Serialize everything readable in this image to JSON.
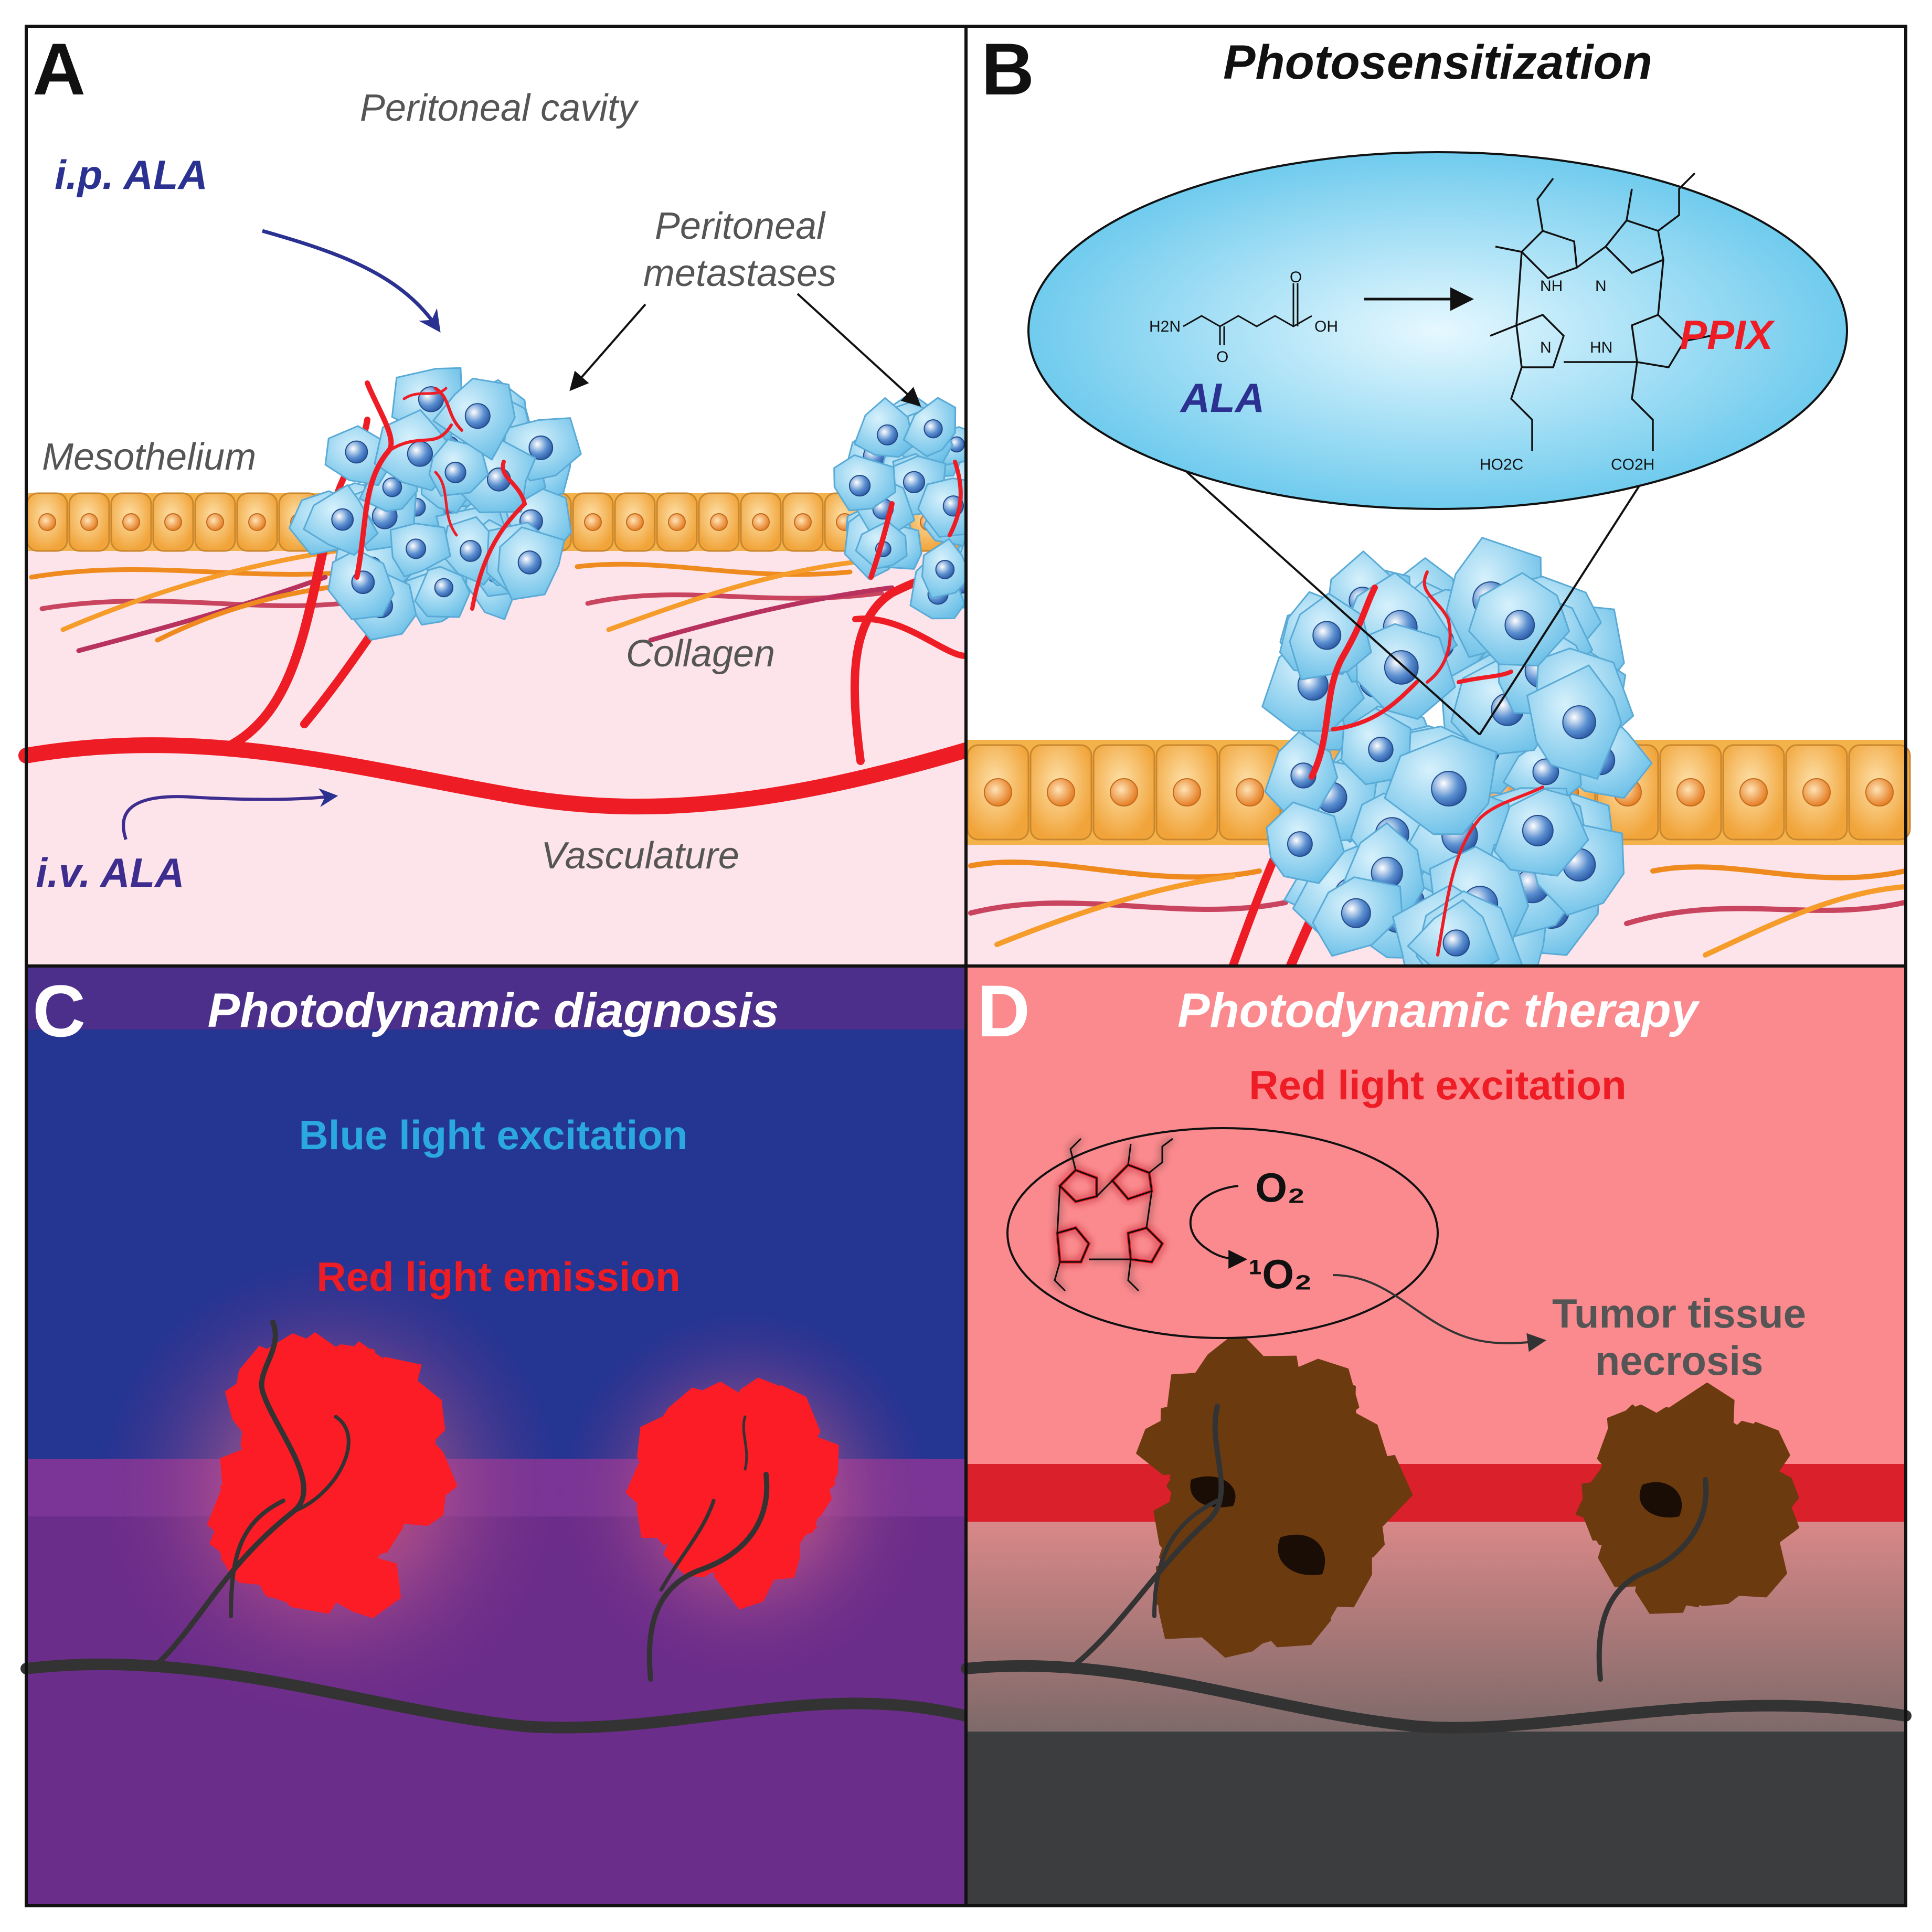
{
  "colors": {
    "blue_light": "#2ba8e0",
    "red": "#ee1c25",
    "dark_blue": "#2b3190",
    "purple": "#6b2d8a",
    "therapy_bg": "#fb8a8e",
    "cells": "#8fd0ee",
    "mesothelium": "#f5b146"
  },
  "panel_a": {
    "letter": "A",
    "peritoneal_cavity": "Peritoneal cavity",
    "ip_ala": "i.p. ALA",
    "metastases_line1": "Peritoneal",
    "metastases_line2": "metastases",
    "mesothelium": "Mesothelium",
    "collagen": "Collagen",
    "vasculature": "Vasculature",
    "iv_ala": "i.v. ALA"
  },
  "panel_b": {
    "letter": "B",
    "title": "Photosensitization",
    "ala": "ALA",
    "ppix": "PPIX",
    "chem_labels": {
      "h2n": "H2N",
      "o1": "O",
      "o2": "O",
      "oh": "OH",
      "nh": "NH",
      "n1": "N",
      "n2": "N",
      "hn": "HN",
      "ho2c": "HO2C",
      "co2h": "CO2H"
    }
  },
  "panel_c": {
    "letter": "C",
    "title": "Photodynamic diagnosis",
    "excitation": "Blue light excitation",
    "emission": "Red light emission"
  },
  "panel_d": {
    "letter": "D",
    "title": "Photodynamic therapy",
    "excitation": "Red light excitation",
    "o2": "O₂",
    "singlet_o2": "¹O₂",
    "necrosis_line1": "Tumor tissue",
    "necrosis_line2": "necrosis"
  }
}
